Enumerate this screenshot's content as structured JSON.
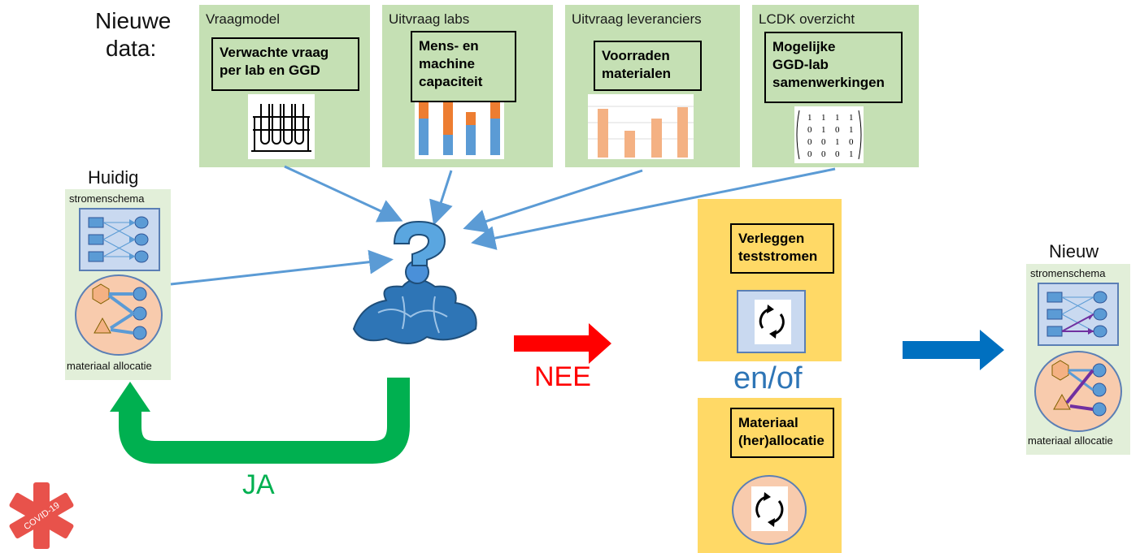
{
  "heading": {
    "line1": "Nieuwe",
    "line2": "data:"
  },
  "panels": [
    {
      "title": "Vraagmodel",
      "box": "Verwachte vraag per lab en GGD",
      "box_lines": [
        "Verwachte vraag",
        "per lab en GGD"
      ],
      "icon": "test-tubes-icon"
    },
    {
      "title": "Uitvraag labs",
      "box": "Mens- en machine capaciteit",
      "box_lines": [
        "Mens- en",
        "machine",
        "capaciteit"
      ],
      "icon": "stacked-bar-icon"
    },
    {
      "title": "Uitvraag leveranciers",
      "box": "Voorraden materialen",
      "box_lines": [
        "Voorraden",
        "materialen"
      ],
      "icon": "bar-icon"
    },
    {
      "title": "LCDK overzicht",
      "box": "Mogelijke GGD-lab samenwerkingen",
      "box_lines": [
        "Mogelijke",
        "GGD-lab",
        "samenwerkingen"
      ],
      "icon": "matrix-icon"
    }
  ],
  "matrix": [
    [
      "1",
      "1",
      "1",
      "1"
    ],
    [
      "0",
      "1",
      "0",
      "1"
    ],
    [
      "0",
      "0",
      "1",
      "0"
    ],
    [
      "0",
      "0",
      "0",
      "1"
    ]
  ],
  "current": {
    "title": "Huidig",
    "top_label": "stromenschema",
    "bottom_label": "materiaal allocatie"
  },
  "new_state": {
    "title": "Nieuw",
    "top_label": "stromenschema",
    "bottom_label": "materiaal allocatie"
  },
  "decision": {
    "yes": "JA",
    "no": "NEE"
  },
  "actions": {
    "first": "Verleggen teststromen",
    "first_lines": [
      "Verleggen",
      "teststromen"
    ],
    "connector": "en/of",
    "second": "Materiaal (her)allocatie",
    "second_lines": [
      "Materiaal",
      "(her)allocatie"
    ]
  },
  "logo": {
    "text": "COVID-19",
    "color": "#e8524b"
  },
  "colors": {
    "green_panel": "#c5e0b4",
    "yellow": "#ffd966",
    "arrow_blue": "#5b9bd5",
    "red": "#ff0000",
    "green": "#00b050",
    "blue_text": "#2e75b6"
  }
}
